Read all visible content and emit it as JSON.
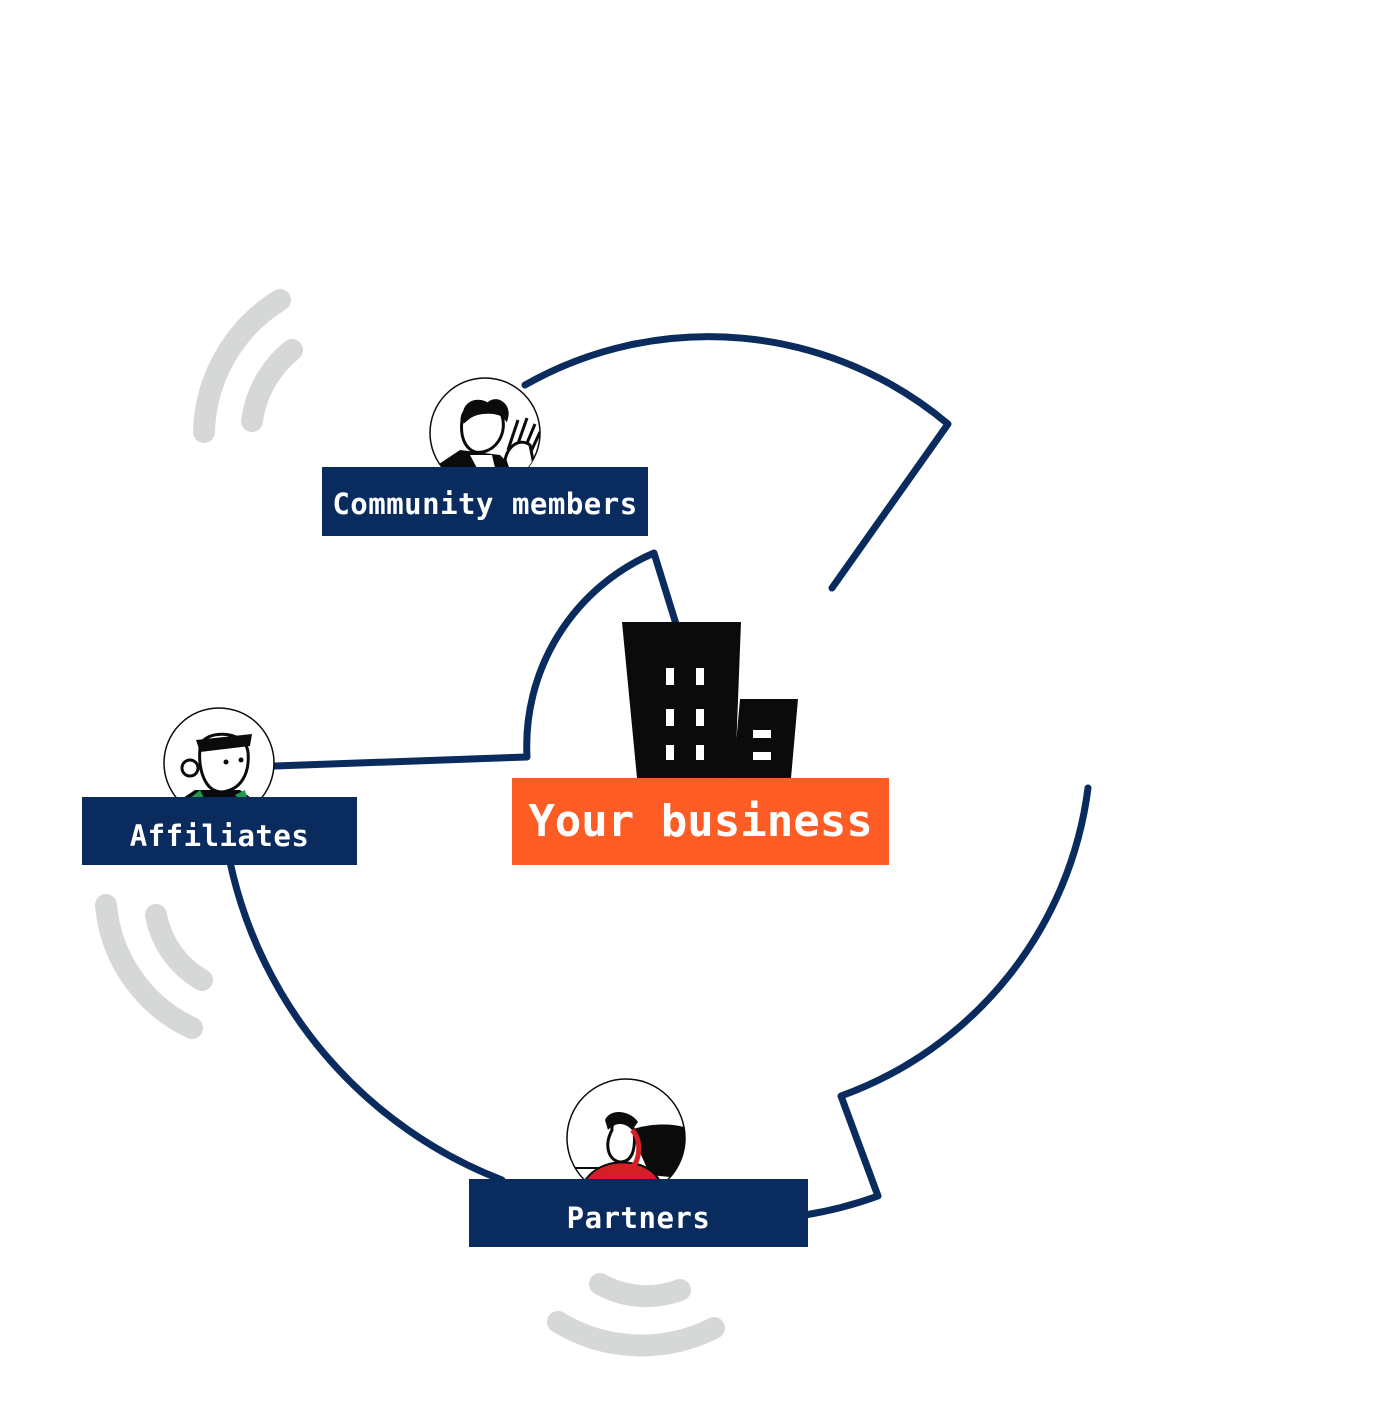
{
  "colors": {
    "navy": "#0a2b5e",
    "orange": "#fd5d25",
    "gray": "#d6d8d7",
    "black": "#0b0b0b",
    "green": "#1f9a48",
    "red": "#d32027",
    "white": "#ffffff"
  },
  "center": {
    "label": "Your business",
    "icon": "office-buildings-icon"
  },
  "nodes": [
    {
      "id": "community",
      "label": "Community members",
      "avatar": "waving-person-avatar"
    },
    {
      "id": "affiliates",
      "label": "Affiliates",
      "avatar": "capped-man-avatar"
    },
    {
      "id": "partners",
      "label": "Partners",
      "avatar": "hooded-woman-avatar"
    }
  ]
}
